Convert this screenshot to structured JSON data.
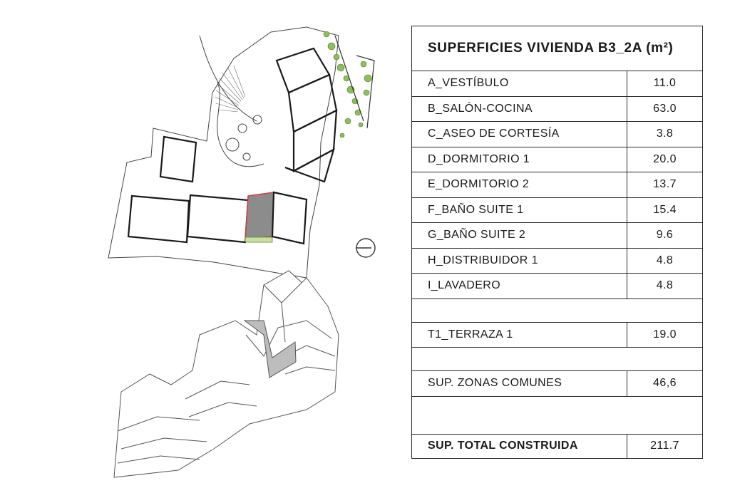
{
  "table": {
    "title": "SUPERFICIES VIVIENDA B3_2A (m²)",
    "rooms": [
      {
        "label": "A_VESTÍBULO",
        "value": "11.0"
      },
      {
        "label": "B_SALÓN-COCINA",
        "value": "63.0"
      },
      {
        "label": "C_ASEO DE CORTESÍA",
        "value": "3.8"
      },
      {
        "label": "D_DORMITORIO 1",
        "value": "20.0"
      },
      {
        "label": "E_DORMITORIO 2",
        "value": "13.7"
      },
      {
        "label": "F_BAÑO SUITE 1",
        "value": "15.4"
      },
      {
        "label": "G_BAÑO SUITE 2",
        "value": "9.6"
      },
      {
        "label": "H_DISTRIBUIDOR 1",
        "value": "4.8"
      },
      {
        "label": "I_LAVADERO",
        "value": "4.8"
      }
    ],
    "terrace": {
      "label": "T1_TERRAZA 1",
      "value": "19.0"
    },
    "common": {
      "label": "SUP. ZONAS COMUNES",
      "value": "46,6"
    },
    "total": {
      "label": "SUP. TOTAL CONSTRUIDA",
      "value": "211.7"
    }
  },
  "colors": {
    "highlight_unit": "#8c8c8c",
    "highlight_outline": "#d43a3a",
    "terrace_strip": "#c8e0a0",
    "vegetation": "#8cbf5a",
    "line": "#3a3a3a"
  },
  "icons": {
    "compass": "north-arrow-icon"
  }
}
